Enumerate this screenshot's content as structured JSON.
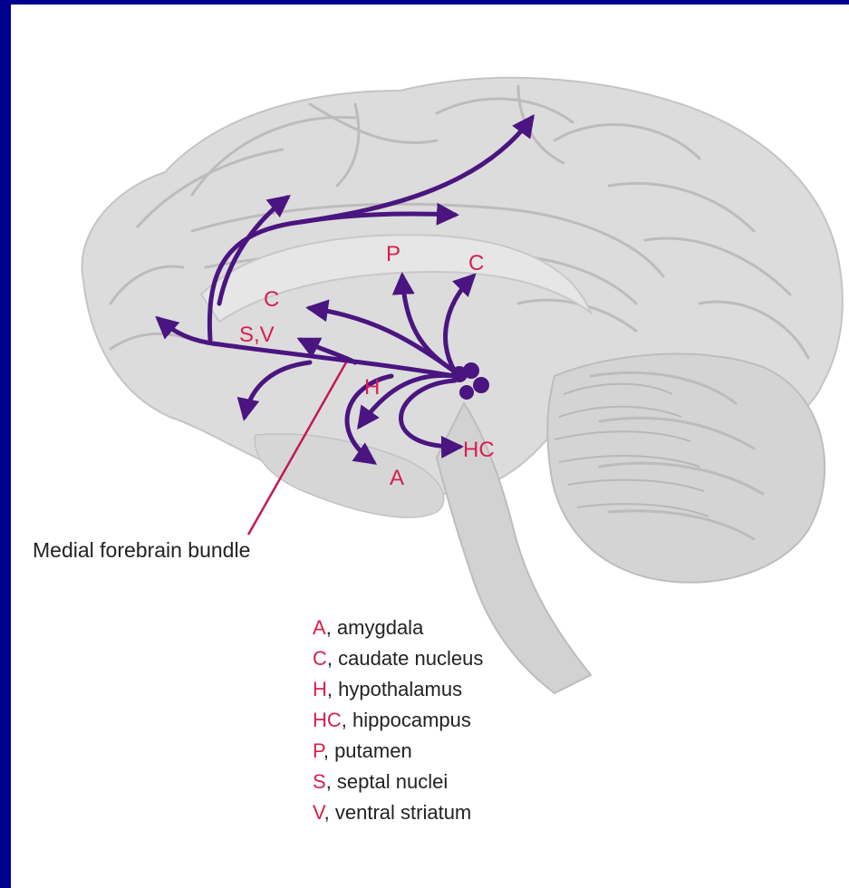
{
  "colors": {
    "frame": "#00008f",
    "background": "#ffffff",
    "brain": "#dcdcdc",
    "pathway": "#4a1580",
    "label": "#d61f4f",
    "caption": "#222222"
  },
  "diagram": {
    "pathway_labels": {
      "P": "P",
      "C_upper": "C",
      "C_mid": "C",
      "SV": "S,V",
      "H": "H",
      "HC": "HC",
      "A": "A"
    },
    "callout": "Medial forebrain bundle"
  },
  "legend": [
    {
      "abbr": "A",
      "text": ", amygdala"
    },
    {
      "abbr": "C",
      "text": ", caudate nucleus"
    },
    {
      "abbr": "H",
      "text": ", hypothalamus"
    },
    {
      "abbr": "HC",
      "text": ", hippocampus"
    },
    {
      "abbr": "P",
      "text": ", putamen"
    },
    {
      "abbr": "S",
      "text": ", septal nuclei"
    },
    {
      "abbr": "V",
      "text": ", ventral striatum"
    }
  ]
}
